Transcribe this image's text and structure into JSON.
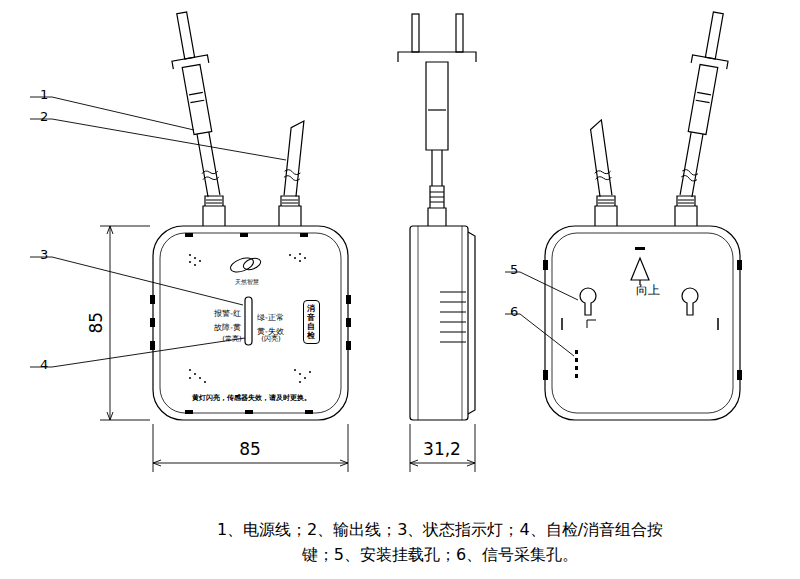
{
  "diagram": {
    "caption": "1、电源线；2、输出线；3、状态指示灯；4、自检/消音组合按键；5、安装挂载孔；6、信号采集孔。",
    "nodes": [
      {
        "text": [
          "消音 自检"
        ]
      }
    ],
    "labels": [
      "1",
      "2",
      "3",
      "4",
      "5",
      "6",
      "85",
      "85",
      "31,2",
      "天然智慧",
      "报警-红",
      "绿-正常",
      "故障-黄",
      "(常亮)",
      "黄-失效",
      "(闪亮)",
      "黄灯闪亮，传感器失效，请及时更换。",
      "向上"
    ]
  }
}
